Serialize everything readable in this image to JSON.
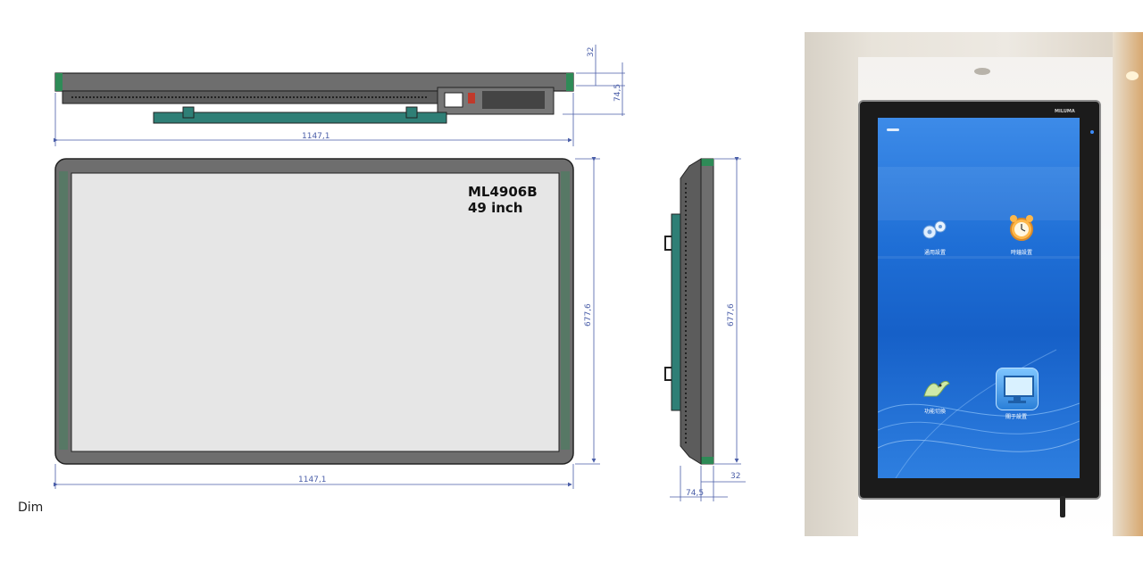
{
  "caption": "Dim",
  "model": {
    "name": "ML4906B",
    "size": "49 inch"
  },
  "dimensions": {
    "top_width": "1147,1",
    "front_width": "1147,1",
    "front_height": "677,6",
    "side_height": "677,6",
    "top_depth_thin": "32",
    "top_depth": "74,5",
    "side_depth_thin": "32",
    "side_depth": "74,5"
  },
  "photo": {
    "brand": "MILUMA",
    "apps": [
      {
        "label": "通用設置",
        "icon": "gears-icon"
      },
      {
        "label": "時鐘設置",
        "icon": "alarm-clock-icon"
      },
      {
        "label": "功能切換",
        "icon": "bird-icon"
      },
      {
        "label": "關于設置",
        "icon": "monitor-icon"
      }
    ]
  },
  "colors": {
    "frame": "#6e6e6e",
    "screen": "#e6e6e6",
    "accent_green": "#2e8b57",
    "bracket": "#2f7f76",
    "dimension_line": "#4a5ea8",
    "screen_blue": "#1f6fd6"
  }
}
